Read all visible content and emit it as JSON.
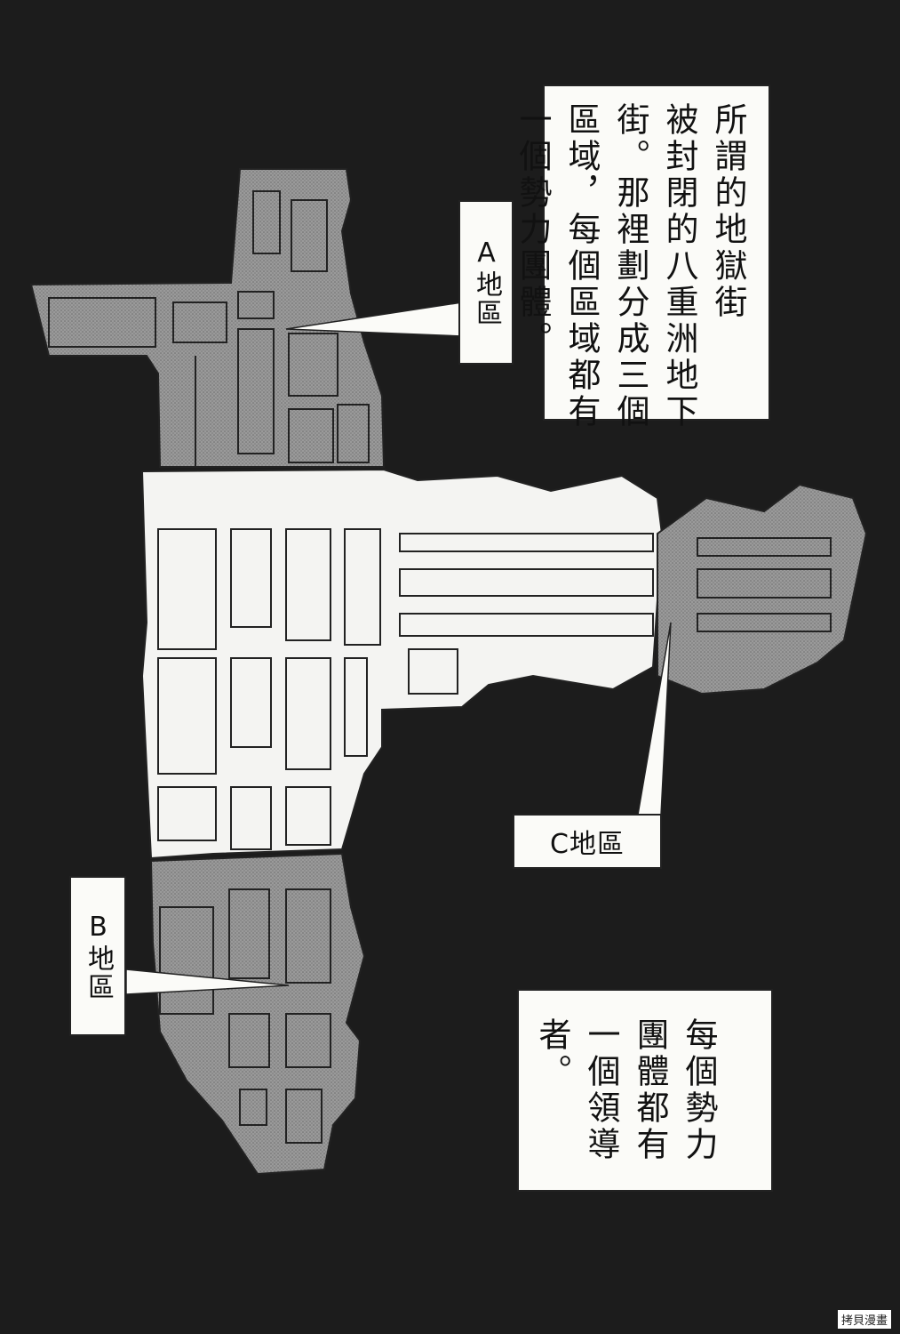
{
  "narration": {
    "top": "所謂的地獄街\n被封閉的八重洲地下\n街。那裡劃分成三個\n區域，每個區域都有\n一個勢力團體。",
    "bottom": "每個勢力\n團體都有\n一個領導\n者。"
  },
  "labels": {
    "area_a": "A地區",
    "area_b": "B地區",
    "area_c": "C地區"
  },
  "watermark": "拷貝漫畫",
  "colors": {
    "background": "#1c1c1c",
    "zone_shaded": "#8e8e8e",
    "zone_light": "#f4f4f2",
    "ink": "#111111"
  }
}
